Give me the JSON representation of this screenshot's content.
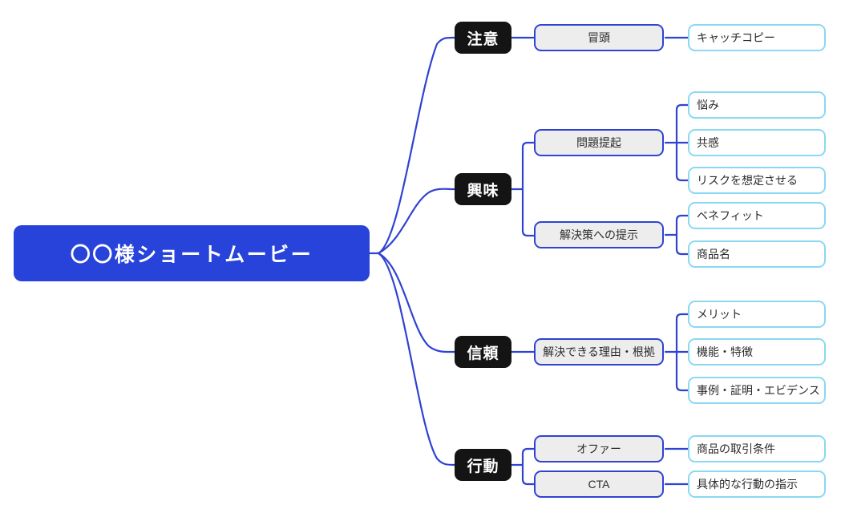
{
  "diagram": {
    "type": "mindmap",
    "orientation": "left-to-right",
    "colors": {
      "root_fill": "#2743d9",
      "root_text": "#ffffff",
      "level1_fill": "#141414",
      "level1_text": "#ffffff",
      "level2_fill": "#ededed",
      "level2_border": "#2f43d2",
      "level3_fill": "#ffffff",
      "level3_border": "#8ad8f4",
      "edge_stroke": "#2f43d2",
      "background": "#ffffff"
    },
    "root": {
      "label": "〇〇様ショートムービー"
    },
    "branches": [
      {
        "label": "注意",
        "children": [
          {
            "label": "冒頭",
            "children": [
              {
                "label": "キャッチコピー"
              }
            ]
          }
        ]
      },
      {
        "label": "興味",
        "children": [
          {
            "label": "問題提起",
            "children": [
              {
                "label": "悩み"
              },
              {
                "label": "共感"
              },
              {
                "label": "リスクを想定させる"
              }
            ]
          },
          {
            "label": "解決策への提示",
            "children": [
              {
                "label": "ベネフィット"
              },
              {
                "label": "商品名"
              }
            ]
          }
        ]
      },
      {
        "label": "信頼",
        "children": [
          {
            "label": "解決できる理由・根拠",
            "children": [
              {
                "label": "メリット"
              },
              {
                "label": "機能・特徴"
              },
              {
                "label": "事例・証明・エビデンス"
              }
            ]
          }
        ]
      },
      {
        "label": "行動",
        "children": [
          {
            "label": "オファー",
            "children": [
              {
                "label": "商品の取引条件"
              }
            ]
          },
          {
            "label": "CTA",
            "children": [
              {
                "label": "具体的な行動の指示"
              }
            ]
          }
        ]
      }
    ]
  }
}
